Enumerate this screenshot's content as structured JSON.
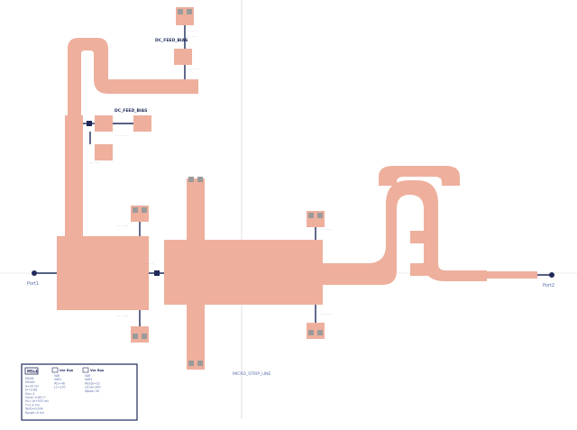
{
  "colors": {
    "background": "#ffffff",
    "microstrip": "#eeaf9d",
    "pad": "#9a9a9a",
    "wire": "#1f2a5a",
    "guide": "#e2e2e2",
    "label": "#5a6fa8",
    "box": "#1f2a5a"
  },
  "ports": {
    "left": "Port1",
    "right": "Port2"
  },
  "component_labels": {
    "top_stub_cap": "DC_FEED_BIAS",
    "mid_stub_cap": "DC_FEED_BIAS",
    "center_annotation": "MICRO_STRIP_LINE"
  },
  "legend_box": {
    "title": "MSub",
    "col1": [
      "MSUB",
      "MSub1",
      "H=20 mil",
      "Er=3.66",
      "Mur=1",
      "Cond=5.8E+7",
      "Hu=1e+033 mil",
      "T=1.4 mil",
      "TanD=0.004",
      "Rough=0 mil"
    ],
    "col2_title": "Var Eqn",
    "col2": [
      "VAR",
      "VAR1",
      "W1=48",
      "L1=120"
    ],
    "col3_title": "Var Eqn",
    "col3": [
      "VAR",
      "VAR2",
      "Wstub=22",
      "Lstub=160",
      "Wpad=30"
    ]
  }
}
